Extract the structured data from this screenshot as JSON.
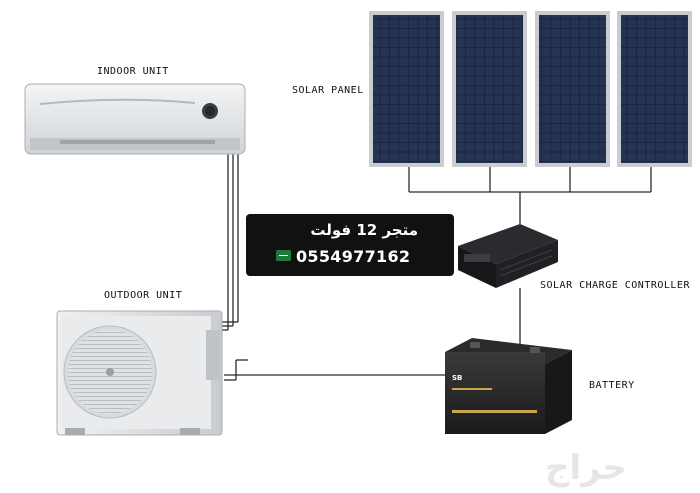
{
  "labels": {
    "indoor_unit": "INDOOR UNIT",
    "solar_panel": "SOLAR PANEL",
    "outdoor_unit": "OUTDOOR UNIT",
    "charge_controller": "SOLAR CHARGE CONTROLLER",
    "battery": "BATTERY"
  },
  "promo": {
    "shop_name": "متجر 12 فولت",
    "phone": "0554977162",
    "flag_icon": "saudi-flag-icon"
  },
  "watermark": "حراج",
  "panel_count": 4,
  "colors": {
    "panel_cell": "#1a2640",
    "panel_frame": "#c9ccd1",
    "wire": "#2b2b2b",
    "promo_bg": "#111111"
  }
}
